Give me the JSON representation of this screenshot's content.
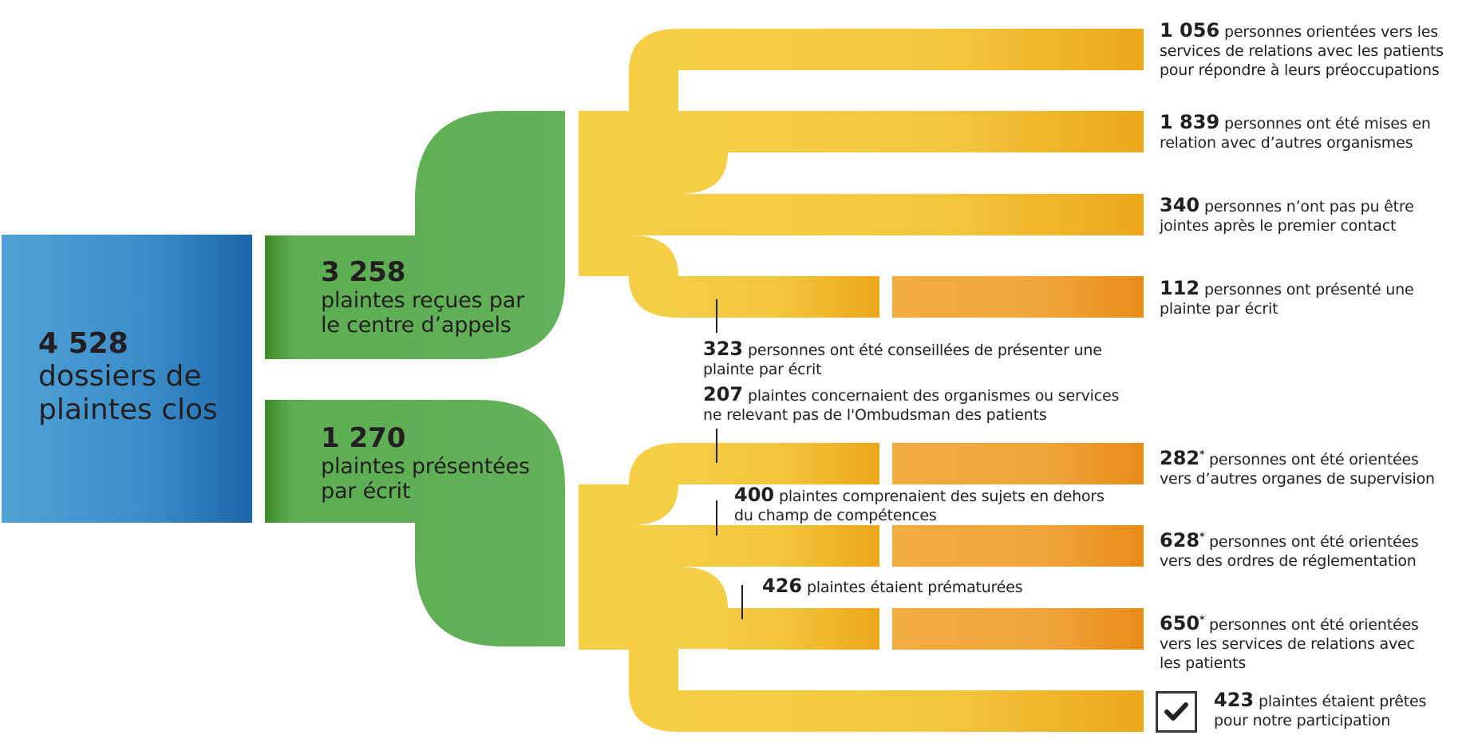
{
  "total": {
    "value": "4 528",
    "label_line1": "dossiers de",
    "label_line2": "plaintes clos"
  },
  "branches": [
    {
      "value": "3 258",
      "label_line1": "plaintes reçues par",
      "label_line2": "le centre d’appels"
    },
    {
      "value": "1 270",
      "label_line1": "plaintes présentées",
      "label_line2": "par écrit"
    }
  ],
  "outcomes": [
    {
      "value": "1 056",
      "asterisk": "",
      "line1": "personnes orientées vers les",
      "line2": "services de relations avec les patients",
      "line3": "pour répondre à leurs préoccupations"
    },
    {
      "value": "1 839",
      "asterisk": "",
      "line1": "personnes ont été mises en",
      "line2": "relation avec d’autres organismes"
    },
    {
      "value": "340",
      "asterisk": "",
      "line1": "personnes n’ont pas pu être",
      "line2": "jointes après le premier contact"
    },
    {
      "value": "112",
      "asterisk": "",
      "line1": "personnes ont présenté une",
      "line2": "plainte par écrit"
    },
    {
      "value": "282",
      "asterisk": "*",
      "line1": "personnes ont été orientées",
      "line2": "vers d’autres organes de supervision"
    },
    {
      "value": "628",
      "asterisk": "*",
      "line1": "personnes ont été orientées",
      "line2": "vers des ordres de réglementation"
    },
    {
      "value": "650",
      "asterisk": "*",
      "line1": "personnes ont été orientées",
      "line2": "vers les services de relations avec",
      "line3": "les patients"
    },
    {
      "value": "423",
      "asterisk": "",
      "line1": "plaintes étaient prêtes",
      "line2": "pour notre participation",
      "icon": "checkbox-checked-icon"
    }
  ],
  "intermediate": [
    {
      "value": "323",
      "line1": "personnes ont été conseillées de présenter une",
      "line2": "plainte par écrit"
    },
    {
      "value": "207",
      "line1": "plaintes concernaient des organismes ou services",
      "line2": "ne relevant pas de l'Ombudsman des patients"
    },
    {
      "value": "400",
      "line1": "plaintes comprenaient des sujets en dehors",
      "line2": "du champ de compétences"
    },
    {
      "value": "426",
      "line1": "plaintes étaient prématurées"
    }
  ],
  "colors": {
    "blue_light": "#4FA3D5",
    "blue_dark": "#1B65AA",
    "green": "#63B15A",
    "green_dark": "#3E8A2A",
    "yellow": "#F6CE46",
    "yellow_dark": "#EBA71A",
    "orange": "#F1AC42",
    "orange_dark": "#E88B18",
    "text": "#231F20"
  },
  "chart_data": {
    "type": "sankey",
    "title": "",
    "nodes": [
      "4 528 dossiers de plaintes clos",
      "3 258 plaintes reçues par le centre d’appels",
      "1 270 plaintes présentées par écrit",
      "1 056 orientées vers services de relations avec les patients",
      "1 839 mises en relation avec d’autres organismes",
      "340 n’ont pas pu être jointes",
      "112 ont présenté une plainte par écrit",
      "282* orientées vers d’autres organes de supervision",
      "628* orientées vers des ordres de réglementation",
      "650* orientées vers les services de relations avec les patients",
      "423 prêtes pour notre participation"
    ],
    "flows": [
      {
        "from": "4 528 dossiers de plaintes clos",
        "to": "3 258 plaintes reçues par le centre d’appels",
        "value": 3258
      },
      {
        "from": "4 528 dossiers de plaintes clos",
        "to": "1 270 plaintes présentées par écrit",
        "value": 1270
      },
      {
        "from": "3 258 call centre",
        "to": "1 056 services de relations avec les patients",
        "value": 1056
      },
      {
        "from": "3 258 call centre",
        "to": "1 839 autres organismes",
        "value": 1839
      },
      {
        "from": "3 258 call centre",
        "to": "340 non jointes",
        "value": 340
      },
      {
        "from": "3 258 call centre",
        "to": "323 conseillées de présenter une plainte par écrit",
        "value": 323
      },
      {
        "from": "323 conseillées",
        "to": "112 ont présenté une plainte par écrit",
        "value": 112
      },
      {
        "from": "1 270 écrit",
        "to": "207 hors Ombudsman",
        "value": 207
      },
      {
        "from": "207 hors Ombudsman",
        "to": "282* autres organes de supervision",
        "value": 282
      },
      {
        "from": "1 270 écrit",
        "to": "400 hors champ de compétences",
        "value": 400
      },
      {
        "from": "400 hors champ",
        "to": "628* ordres de réglementation",
        "value": 628
      },
      {
        "from": "1 270 écrit",
        "to": "426 prématurées",
        "value": 426
      },
      {
        "from": "426 prématurées",
        "to": "650* services de relations avec les patients",
        "value": 650
      },
      {
        "from": "1 270 écrit",
        "to": "423 prêtes pour notre participation",
        "value": 423
      }
    ]
  }
}
